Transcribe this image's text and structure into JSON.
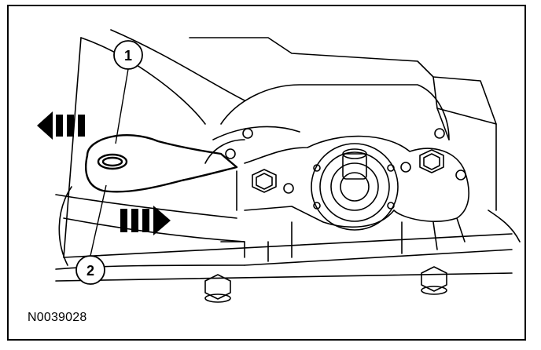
{
  "figure": {
    "id_label": "N0039028"
  },
  "callouts": [
    {
      "number": "1"
    },
    {
      "number": "2"
    }
  ],
  "colors": {
    "ink": "#000000",
    "paper": "#ffffff"
  }
}
